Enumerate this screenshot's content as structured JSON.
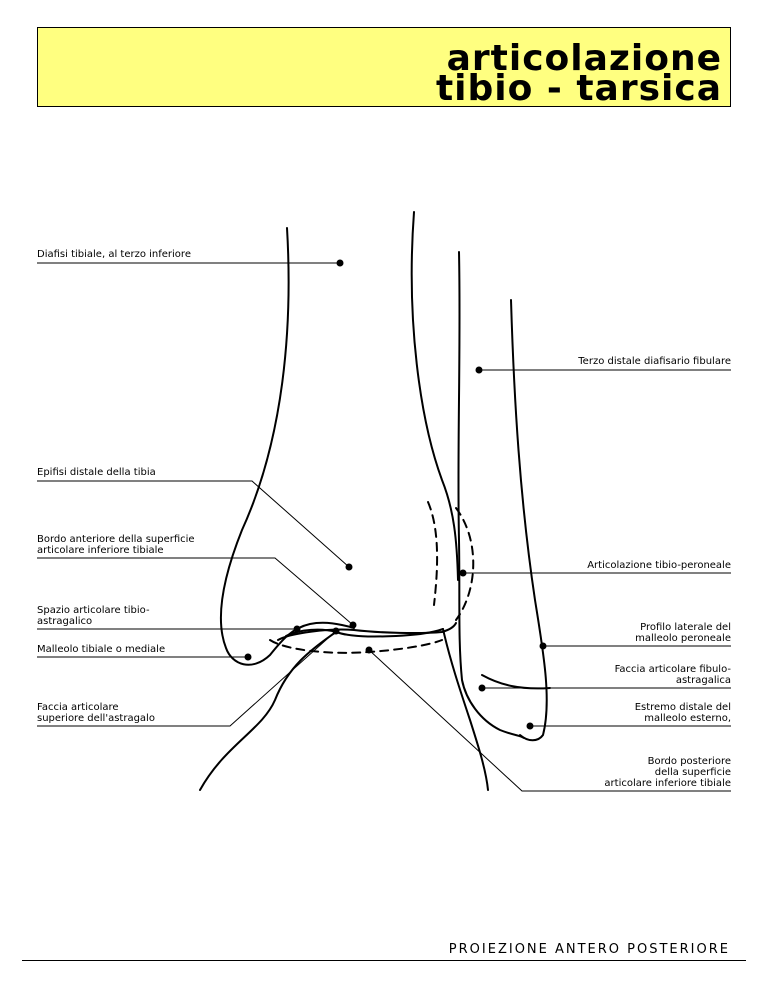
{
  "title": {
    "line1": "articolazione",
    "line2": "tibio - tarsica",
    "background_color": "#ffff80"
  },
  "labels": {
    "diafisi_tibiale": "Diafisi tibiale, al terzo inferiore",
    "terzo_distale": "Terzo distale diafisario fibulare",
    "epifisi_distale": "Epifisi distale della tibia",
    "bordo_anteriore_1": "Bordo anteriore della superficie",
    "bordo_anteriore_2": "articolare inferiore tibiale",
    "articolazione_tibio_peroneale": "Articolazione tibio-peroneale",
    "spazio_articolare_1": "Spazio articolare tibio-",
    "spazio_articolare_2": "astragalico",
    "profilo_laterale_1": "Profilo laterale del",
    "profilo_laterale_2": "malleolo peroneale",
    "malleolo_tibiale": "Malleolo tibiale o mediale",
    "faccia_fibulo_1": "Faccia articolare fibulo-",
    "faccia_fibulo_2": "astragalica",
    "faccia_superiore_1": "Faccia articolare",
    "faccia_superiore_2": "superiore dell'astragalo",
    "estremo_distale_1": "Estremo distale del",
    "estremo_distale_2": "malleolo esterno,",
    "bordo_posteriore_1": "Bordo posteriore",
    "bordo_posteriore_2": "della superficie",
    "bordo_posteriore_3": "articolare inferiore tibiale"
  },
  "footer": "PROIEZIONE ANTERO POSTERIORE"
}
